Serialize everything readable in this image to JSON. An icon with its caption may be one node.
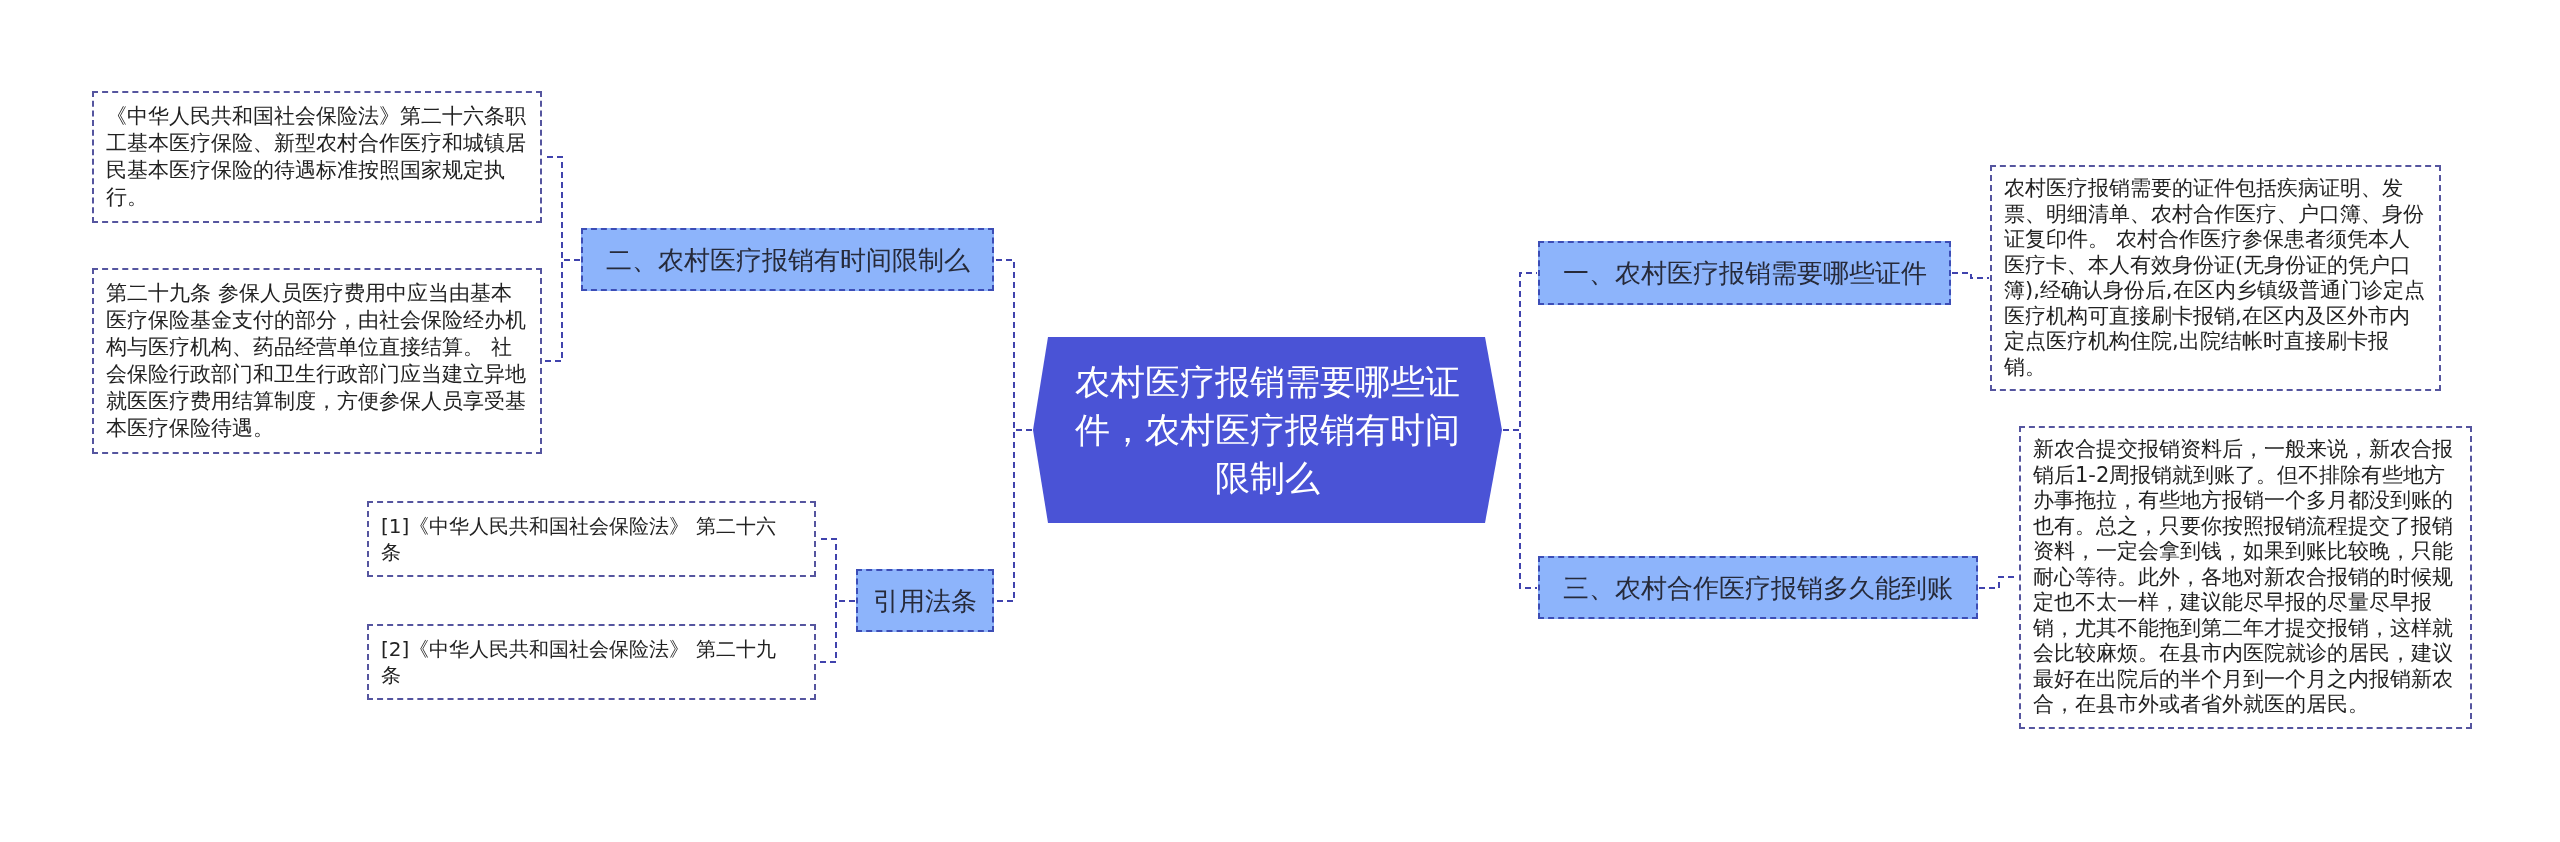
{
  "diagram": {
    "nodes": [
      {
        "text": [
          "农村医疗报销需要哪些证件，农村医疗报销有时间限制么"
        ]
      },
      {
        "text": [
          "二、农村医疗报销有时间限制么"
        ]
      },
      {
        "text": [
          "《中华人民共和国社会保险法》第二十六条职工基本医疗保险、新型农村合作医疗和城镇居民基本医疗保险的待遇标准按照国家规定执行。"
        ]
      },
      {
        "text": [
          "第二十九条 参保人员医疗费用中应当由基本医疗保险基金支付的部分，由社会保险经办机构与医疗机构、药品经营单位直接结算。 社会保险行政部门和卫生行政部门应当建立异地就医医疗费用结算制度，方便参保人员享受基本医疗保险待遇。"
        ]
      },
      {
        "text": [
          "引用法条"
        ]
      },
      {
        "text": [
          "[1]《中华人民共和国社会保险法》 第二十六条"
        ]
      },
      {
        "text": [
          "[2]《中华人民共和国社会保险法》 第二十九条"
        ]
      },
      {
        "text": [
          "一、农村医疗报销需要哪些证件"
        ]
      },
      {
        "text": [
          "农村医疗报销需要的证件包括疾病证明、发票、明细清单、农村合作医疗、户口簿、身份证复印件。 农村合作医疗参保患者须凭本人医疗卡、本人有效身份证(无身份证的凭户口簿),经确认身份后,在区内乡镇级普通门诊定点医疗机构可直接刷卡报销,在区内及区外市内定点医疗机构住院,出院结帐时直接刷卡报销。"
        ]
      },
      {
        "text": [
          "三、农村合作医疗报销多久能到账"
        ]
      },
      {
        "text": [
          "新农合提交报销资料后，一般来说，新农合报销后1-2周报销就到账了。但不排除有些地方办事拖拉，有些地方报销一个多月都没到账的也有。总之，只要你按照报销流程提交了报销资料，一定会拿到钱，如果到账比较晚，只能耐心等待。此外，各地对新农合报销的时候规定也不太一样，建议能尽早报的尽量尽早报销，尤其不能拖到第二年才提交报销，这样就会比较麻烦。在县市内医院就诊的居民，建议最好在出院后的半个月到一个月之内报销新农合，在县市外或者省外就医的居民。"
        ]
      }
    ],
    "edges": [
      {
        "from": 0,
        "to": 1,
        "arrow": "none"
      },
      {
        "from": 1,
        "to": 2,
        "arrow": "none"
      },
      {
        "from": 1,
        "to": 3,
        "arrow": "none"
      },
      {
        "from": 0,
        "to": 4,
        "arrow": "none"
      },
      {
        "from": 4,
        "to": 5,
        "arrow": "none"
      },
      {
        "from": 4,
        "to": 6,
        "arrow": "none"
      },
      {
        "from": 0,
        "to": 7,
        "arrow": "none"
      },
      {
        "from": 7,
        "to": 8,
        "arrow": "none"
      },
      {
        "from": 0,
        "to": 9,
        "arrow": "none"
      },
      {
        "from": 9,
        "to": 10,
        "arrow": "none"
      }
    ]
  }
}
